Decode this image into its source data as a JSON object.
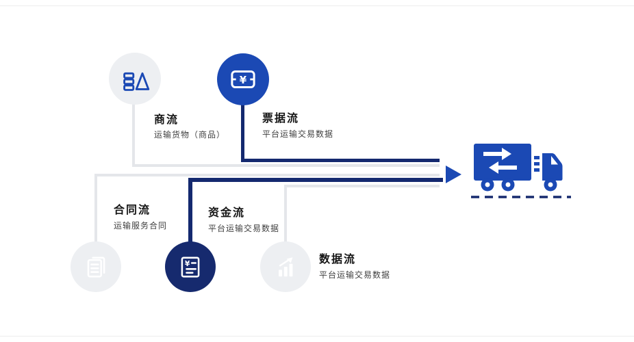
{
  "colors": {
    "blue": "#1b49b4",
    "navy": "#162a6e",
    "navy_line": "#14296f",
    "light_circle": "#edeff2",
    "light_line": "#e4e6ea",
    "title_color": "#151515",
    "subtitle_color": "#404040"
  },
  "nodes": [
    {
      "id": "commerce",
      "label": "商流",
      "subtitle": "运输货物（商品）",
      "icon": "goods-icon"
    },
    {
      "id": "bill",
      "label": "票据流",
      "subtitle": "平台运输交易数据",
      "icon": "ticket-yuan-icon"
    },
    {
      "id": "contract",
      "label": "合同流",
      "subtitle": "运输服务合同",
      "icon": "contract-document-icon"
    },
    {
      "id": "funds",
      "label": "资金流",
      "subtitle": "平台运输交易数据",
      "icon": "funds-yuan-document-icon"
    },
    {
      "id": "data",
      "label": "数据流",
      "subtitle": "平台运输交易数据",
      "icon": "data-chart-icon"
    }
  ],
  "truck": {
    "icon": "truck-icon"
  },
  "arrow": {
    "icon": "right-arrow-icon"
  }
}
